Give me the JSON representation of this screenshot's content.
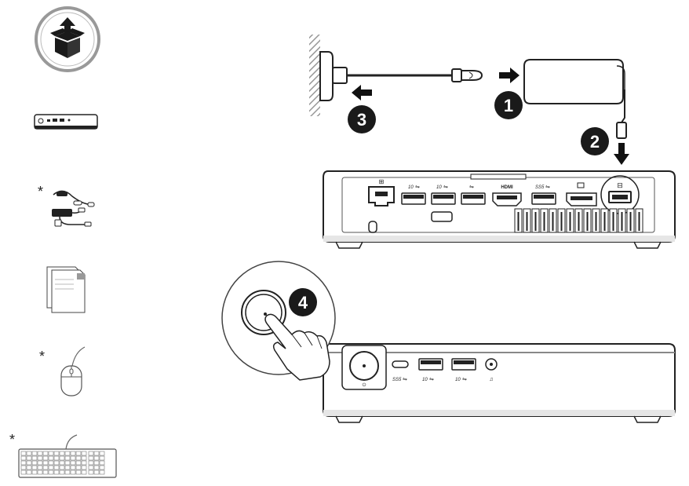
{
  "asterisk": "*",
  "step_numbers": [
    "1",
    "2",
    "3",
    "4"
  ],
  "rear_port_labels": {
    "usb_10_a": "10",
    "usb_10_b": "10",
    "usb_2": "",
    "hdmi": "HDMI",
    "usb_5": "SS",
    "usb_5_speed": "5"
  },
  "front_port_labels": {
    "usb_c": "SS",
    "usb_c_speed": "5",
    "usb_a_1": "10",
    "usb_a_2": "10"
  },
  "colors": {
    "line": "#222222",
    "mid": "#888888",
    "light": "#cccccc",
    "badge": "#1a1a1a"
  },
  "icons": [
    "box-unpack-icon",
    "mini-pc-icon",
    "cables-icon",
    "documents-icon",
    "mouse-icon",
    "keyboard-icon",
    "wall-outlet-icon",
    "power-adapter-icon",
    "power-button-icon",
    "hand-icon"
  ]
}
